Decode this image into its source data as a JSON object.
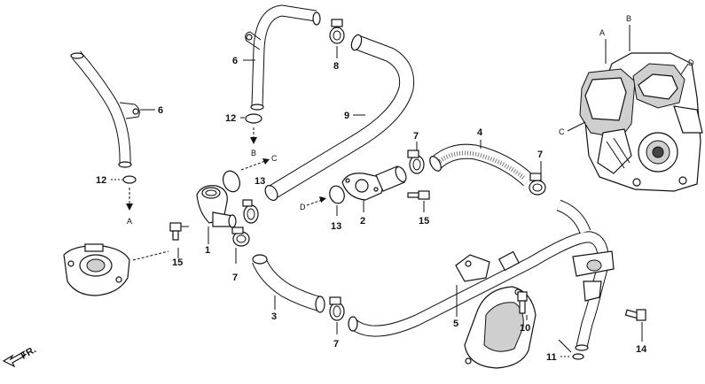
{
  "callouts": {
    "n1": "1",
    "n2": "2",
    "n3": "3",
    "n4": "4",
    "n5": "5",
    "n6a": "6",
    "n6b": "6",
    "n7a": "7",
    "n7b": "7",
    "n7c": "7",
    "n7d": "7",
    "n8": "8",
    "n9": "9",
    "n10": "10",
    "n11": "11",
    "n12a": "12",
    "n12b": "12",
    "n13a": "13",
    "n13b": "13",
    "n14": "14",
    "n15a": "15",
    "n15b": "15"
  },
  "letters": {
    "a_left": "A",
    "b_left": "B",
    "c_left": "C",
    "d_left": "D",
    "a_engine": "A",
    "b_engine": "B",
    "c_engine": "C",
    "d_engine": "D"
  },
  "direction": {
    "label": "FR."
  }
}
